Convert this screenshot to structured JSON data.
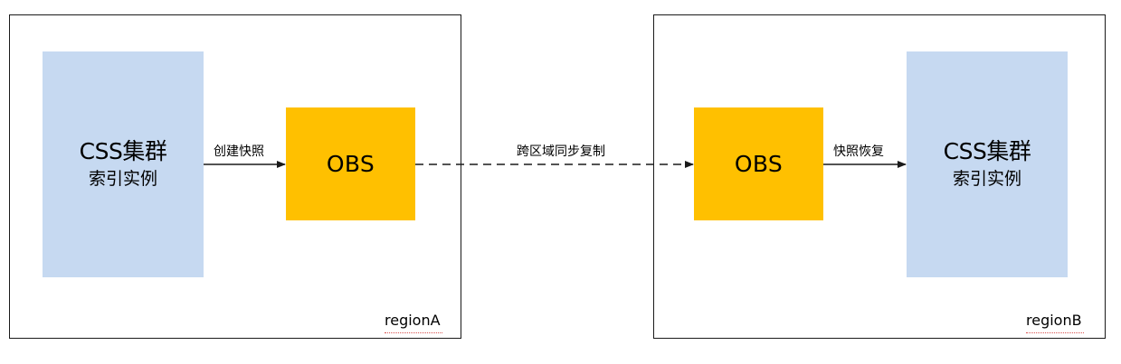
{
  "regions": {
    "a": {
      "label": "regionA"
    },
    "b": {
      "label": "regionB"
    }
  },
  "nodes": {
    "css_a": {
      "title": "CSS集群",
      "subtitle": "索引实例"
    },
    "obs_a": {
      "label": "OBS"
    },
    "obs_b": {
      "label": "OBS"
    },
    "css_b": {
      "title": "CSS集群",
      "subtitle": "索引实例"
    }
  },
  "edges": {
    "snapshot": {
      "label": "创建快照",
      "style": "solid"
    },
    "replicate": {
      "label": "跨区域同步复制",
      "style": "dashed"
    },
    "restore": {
      "label": "快照恢复",
      "style": "solid"
    }
  },
  "colors": {
    "css_fill": "#c6d9f1",
    "obs_fill": "#ffc000",
    "line": "#1a1a1a"
  }
}
